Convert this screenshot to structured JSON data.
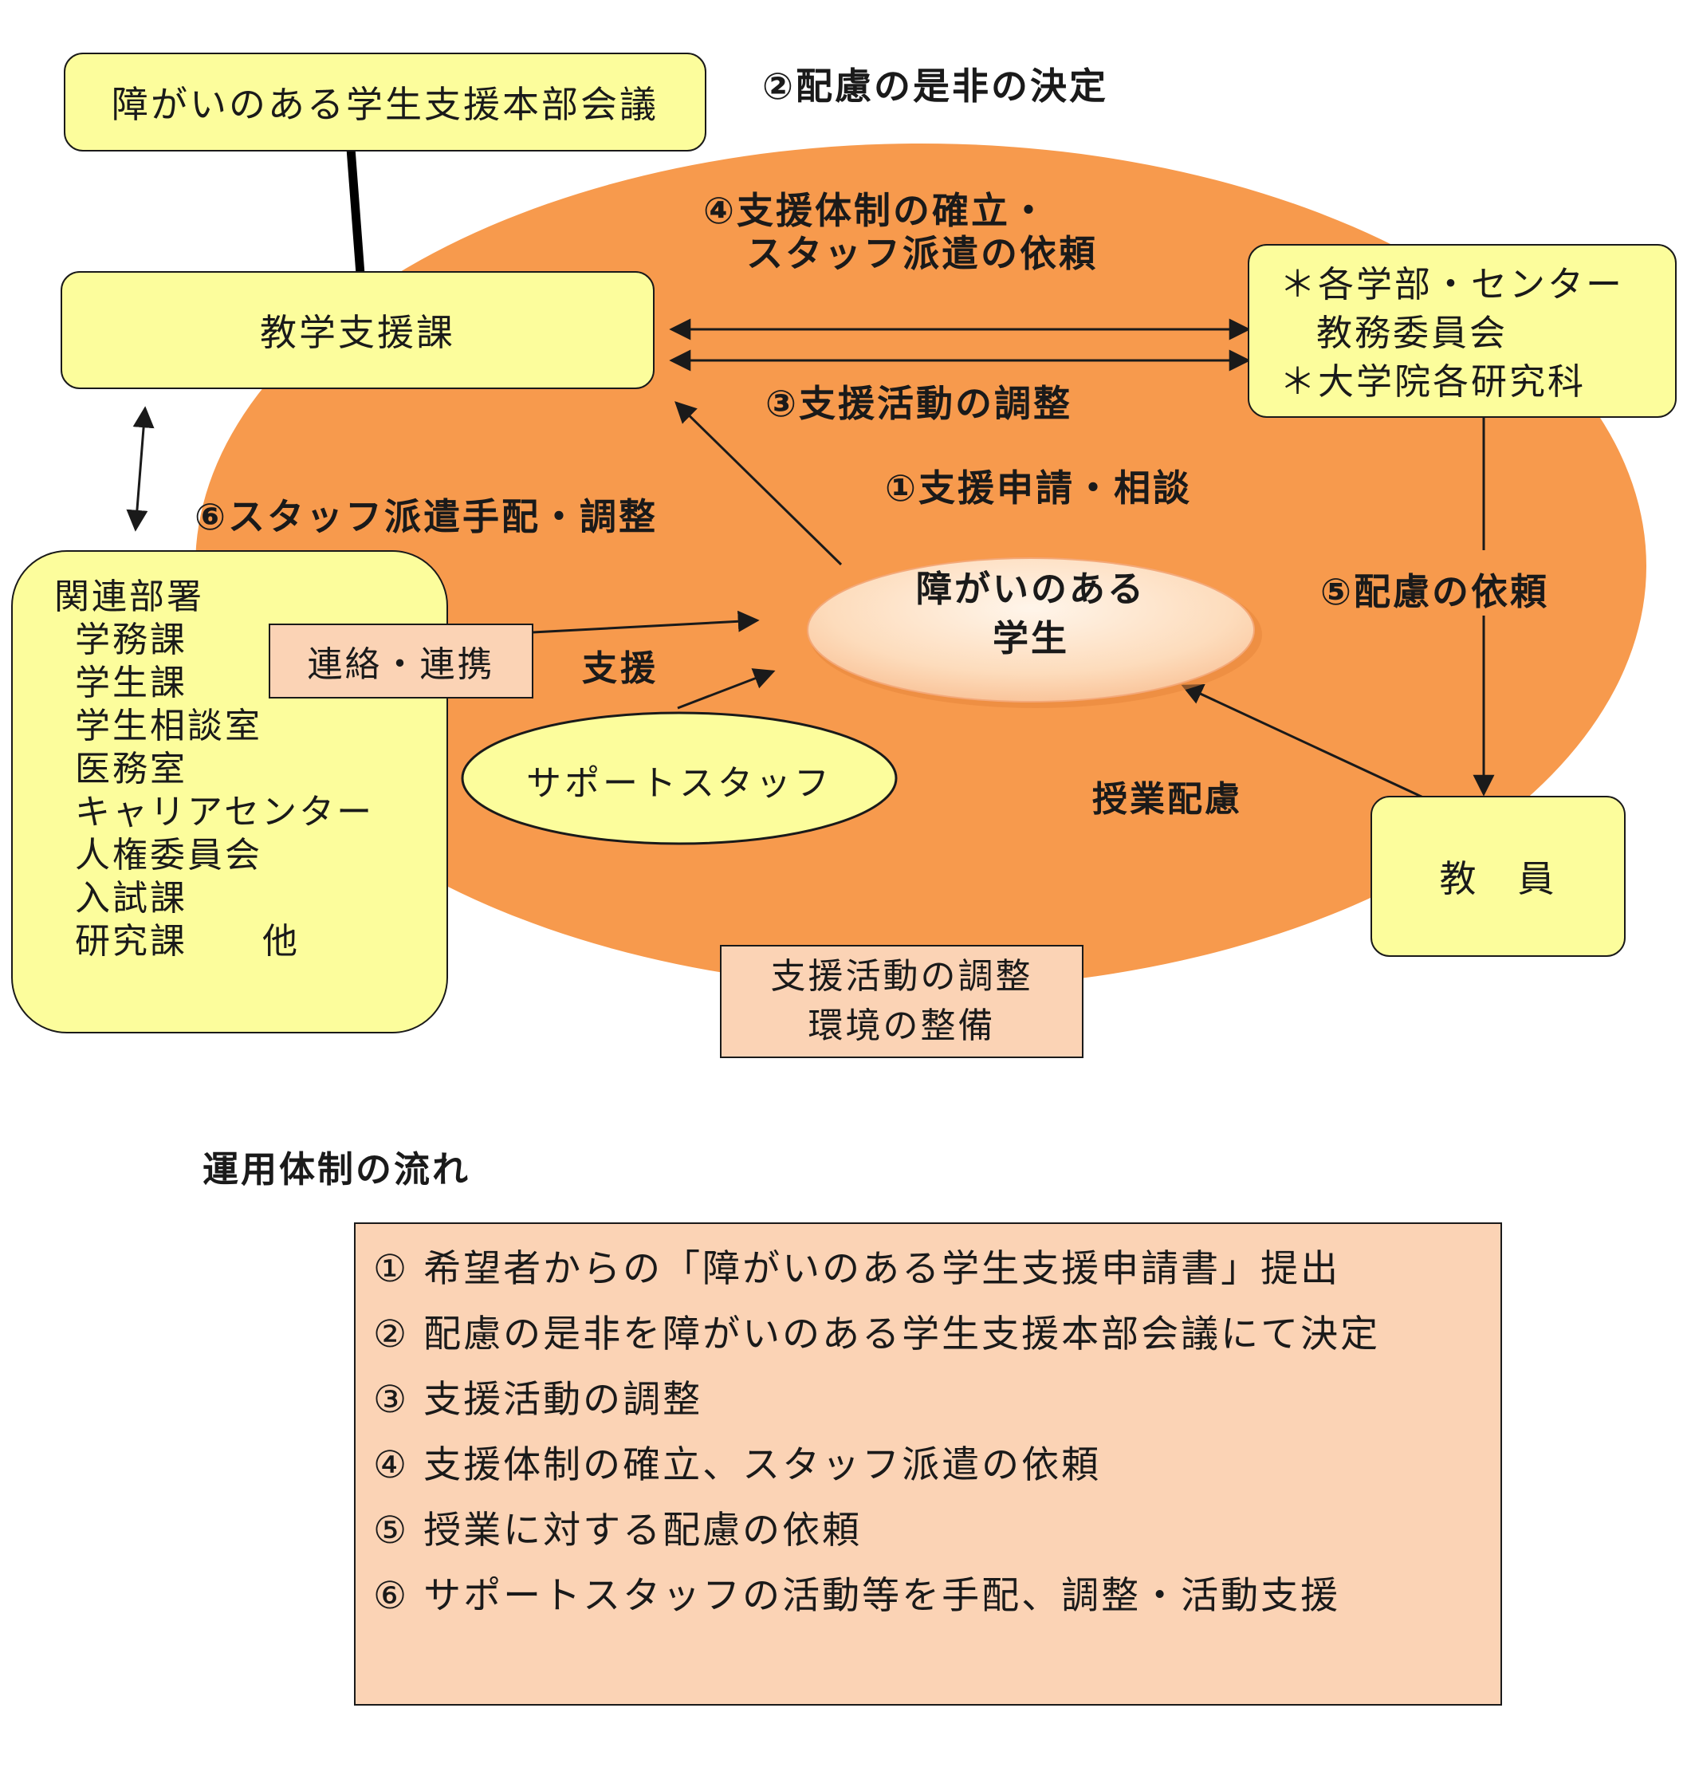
{
  "labels": {
    "step2": "②配慮の是非の決定",
    "step4_line1": "④支援体制の確立・",
    "step4_line2": "スタッフ派遣の依頼",
    "step3": "③支援活動の調整",
    "step1": "①支援申請・相談",
    "step6": "⑥スタッフ派遣手配・調整",
    "step5": "⑤配慮の依頼",
    "support": "支援",
    "class_consideration": "授業配慮"
  },
  "nodes": {
    "headquarters": "障がいのある学生支援本部会議",
    "academic_support": "教学支援課",
    "faculty_committee_line1": "＊各学部・センター",
    "faculty_committee_line2": "教務委員会",
    "faculty_committee_line3": "＊大学院各研究科",
    "student_line1": "障がいのある",
    "student_line2": "学生",
    "related_title": "関連部署",
    "related_items": [
      "学務課",
      "学生課",
      "学生相談室",
      "医務室",
      "キャリアセンター",
      "人権委員会",
      "入試課",
      "研究課　　他"
    ],
    "liaison": "連絡・連携",
    "support_staff": "サポートスタッフ",
    "faculty": "教　員",
    "env_line1": "支援活動の調整",
    "env_line2": "環境の整備"
  },
  "flow": {
    "title": "運用体制の流れ",
    "items": [
      "①  希望者からの「障がいのある学生支援申請書」提出",
      "②  配慮の是非を障がいのある学生支援本部会議にて決定",
      "③  支援活動の調整",
      "④  支援体制の確立、スタッフ派遣の依頼",
      "⑤  授業に対する配慮の依頼",
      "⑥  サポートスタッフの活動等を手配、調整・活動支援"
    ]
  },
  "colors": {
    "ellipse": "#f79a4d",
    "yellow_box": "#fcfd9c",
    "peach_box": "#fbd3b5",
    "line": "#1a1a1a"
  }
}
